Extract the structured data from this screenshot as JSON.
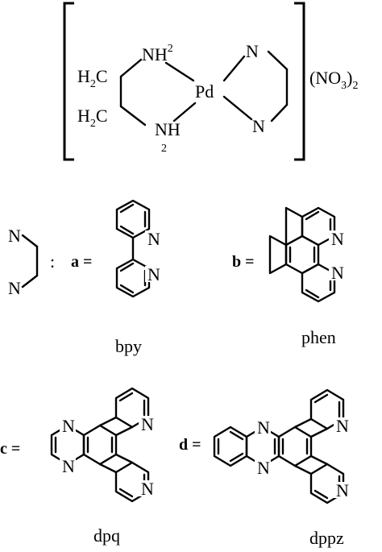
{
  "complex": {
    "nh2": "NH",
    "nh2_sub": "2",
    "h2c": "H",
    "h2c_sub": "2",
    "c": "C",
    "metal": "Pd",
    "n": "N",
    "counterion_prefix": "(NO",
    "counterion_sub1": "3",
    "counterion_paren": ")",
    "counterion_sub2": "2"
  },
  "legend": {
    "colon": ":",
    "a": "a =",
    "b": "b =",
    "c": "c =",
    "d": "d ="
  },
  "ligands": {
    "bpy": "bpy",
    "phen": "phen",
    "dpq": "dpq",
    "dppz": "dppz",
    "n": "N"
  }
}
